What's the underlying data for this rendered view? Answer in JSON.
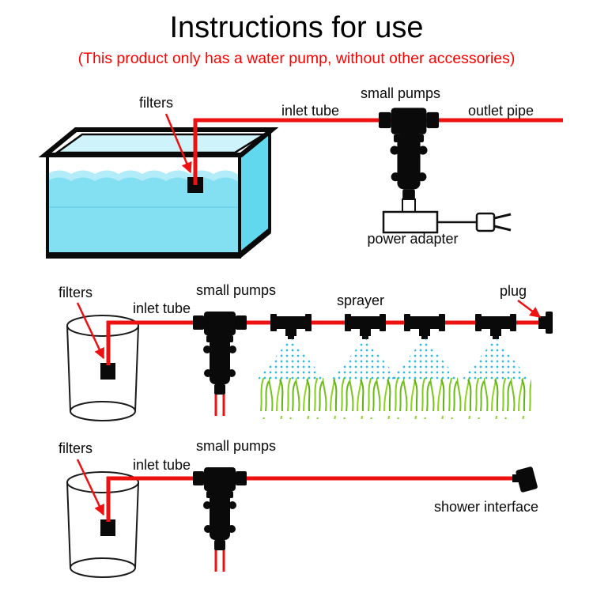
{
  "title": "Instructions for use",
  "subtitle": "(This product only has a water pump, without other accessories)",
  "colors": {
    "pipe_red": "#ee1111",
    "subtitle_red": "#ff0000",
    "water_cyan": "#83e0f3",
    "water_side_cyan": "#62d8ef",
    "spray_blue": "#2ab9e8",
    "grass_green": "#76c21d",
    "part_black": "#0a0a0a"
  },
  "sections": {
    "aquarium": {
      "filters_label": "filters",
      "inlet_tube_label": "inlet tube",
      "small_pumps_label": "small pumps",
      "outlet_pipe_label": "outlet pipe",
      "power_adapter_label": "power adapter"
    },
    "sprinkler": {
      "filters_label": "filters",
      "inlet_tube_label": "inlet tube",
      "small_pumps_label": "small pumps",
      "sprayer_label": "sprayer",
      "plug_label": "plug"
    },
    "shower": {
      "filters_label": "filters",
      "inlet_tube_label": "inlet tube",
      "small_pumps_label": "small pumps",
      "shower_interface_label": "shower interface"
    }
  }
}
